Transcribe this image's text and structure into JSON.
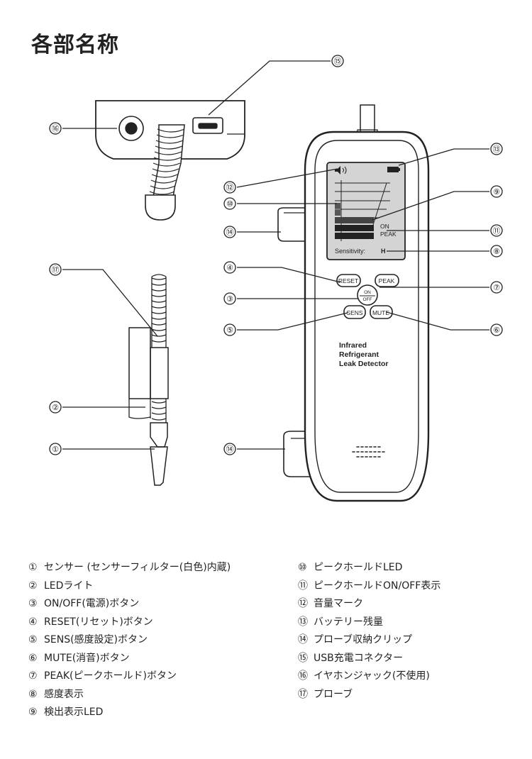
{
  "title": "各部名称",
  "callouts": {
    "n1": "①",
    "n2": "②",
    "n3": "③",
    "n4": "④",
    "n5": "⑤",
    "n6": "⑥",
    "n7": "⑦",
    "n8": "⑧",
    "n9": "⑨",
    "n10": "⑩",
    "n11": "⑪",
    "n12": "⑫",
    "n13": "⑬",
    "n14": "⑭",
    "n15": "⑮",
    "n16": "⑯",
    "n17": "⑰"
  },
  "device": {
    "reset": "RESET",
    "peak": "PEAK",
    "on": "ON",
    "off": "OFF",
    "sens": "SENS",
    "mute": "MUTE",
    "screen_on": "ON",
    "screen_peak": "PEAK",
    "sensitivity_label": "Sensitivity:",
    "sensitivity_value": "H",
    "name_line1": "Infrared",
    "name_line2": "Refrigerant",
    "name_line3": "Leak Detector"
  },
  "legend_left": [
    {
      "num": "①",
      "text": "センサー (センサーフィルター(白色)内蔵)"
    },
    {
      "num": "②",
      "text": "LEDライト"
    },
    {
      "num": "③",
      "text": "ON/OFF(電源)ボタン"
    },
    {
      "num": "④",
      "text": "RESET(リセット)ボタン"
    },
    {
      "num": "⑤",
      "text": "SENS(感度設定)ボタン"
    },
    {
      "num": "⑥",
      "text": "MUTE(消音)ボタン"
    },
    {
      "num": "⑦",
      "text": "PEAK(ピークホールド)ボタン"
    },
    {
      "num": "⑧",
      "text": "感度表示"
    },
    {
      "num": "⑨",
      "text": "検出表示LED"
    }
  ],
  "legend_right": [
    {
      "num": "⑩",
      "text": "ピークホールドLED"
    },
    {
      "num": "⑪",
      "text": "ピークホールドON/OFF表示"
    },
    {
      "num": "⑫",
      "text": "音量マーク"
    },
    {
      "num": "⑬",
      "text": "バッテリー残量"
    },
    {
      "num": "⑭",
      "text": "プローブ収納クリップ"
    },
    {
      "num": "⑮",
      "text": "USB充電コネクター"
    },
    {
      "num": "⑯",
      "text": "イヤホンジャック(不使用)"
    },
    {
      "num": "⑰",
      "text": "プローブ"
    }
  ]
}
